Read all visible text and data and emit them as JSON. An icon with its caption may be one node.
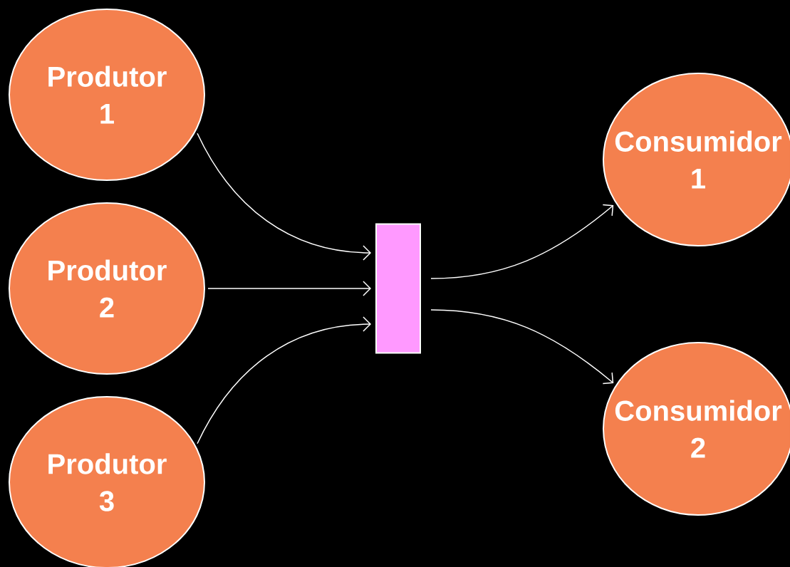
{
  "diagram": {
    "nodes": [
      {
        "text": [
          "Produtor 1"
        ]
      },
      {
        "text": [
          "Produtor 2"
        ]
      },
      {
        "text": [
          "Produtor 3"
        ]
      },
      {
        "text": [],
        "shape": "box"
      },
      {
        "text": [
          "Consumidor 1"
        ]
      },
      {
        "text": [
          "Consumidor 2"
        ]
      }
    ],
    "edges": [
      {
        "from": 0,
        "to": 3,
        "arrow": "to"
      },
      {
        "from": 1,
        "to": 3,
        "arrow": "to"
      },
      {
        "from": 2,
        "to": 3,
        "arrow": "to"
      },
      {
        "from": 3,
        "to": 4,
        "arrow": "to"
      },
      {
        "from": 3,
        "to": 5,
        "arrow": "to"
      }
    ]
  }
}
